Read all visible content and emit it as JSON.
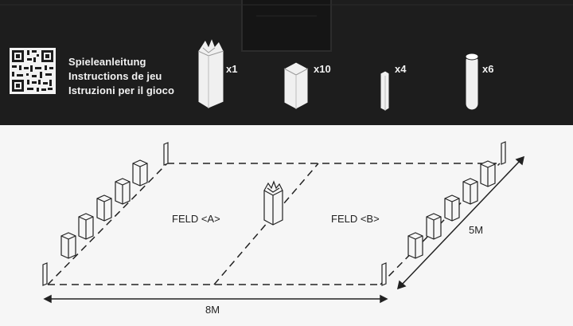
{
  "instructions": {
    "line1": "Spieleanleitung",
    "line2": "Instructions de jeu",
    "line3": "Istruzioni per il gioco"
  },
  "pieces": {
    "king_count": "x1",
    "blocks_count": "x10",
    "stakes_count": "x4",
    "batons_count": "x6"
  },
  "field": {
    "a_label": "FELD <A>",
    "b_label": "FELD <B>"
  },
  "dimensions": {
    "length": "8M",
    "width": "5M"
  },
  "colors": {
    "top_band": "#1d1d1d",
    "bottom_band": "#f6f6f6",
    "line": "#222222"
  }
}
